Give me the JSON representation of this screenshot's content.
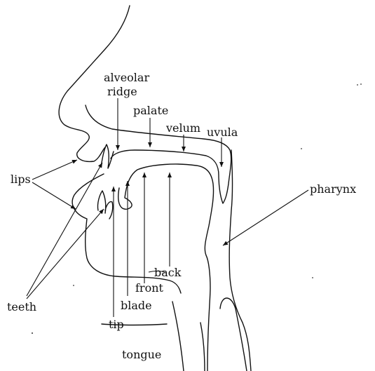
{
  "diagram": {
    "labels": {
      "alveolar": "alveolar",
      "ridge": "ridge",
      "palate": "palate",
      "velum": "velum",
      "uvula": "uvula",
      "lips": "lips",
      "pharynx": "pharynx",
      "back": "back",
      "front": "front",
      "blade": "blade",
      "tip": "tip",
      "teeth": "teeth",
      "tongue": "tongue"
    },
    "ink_color": "#111111"
  }
}
